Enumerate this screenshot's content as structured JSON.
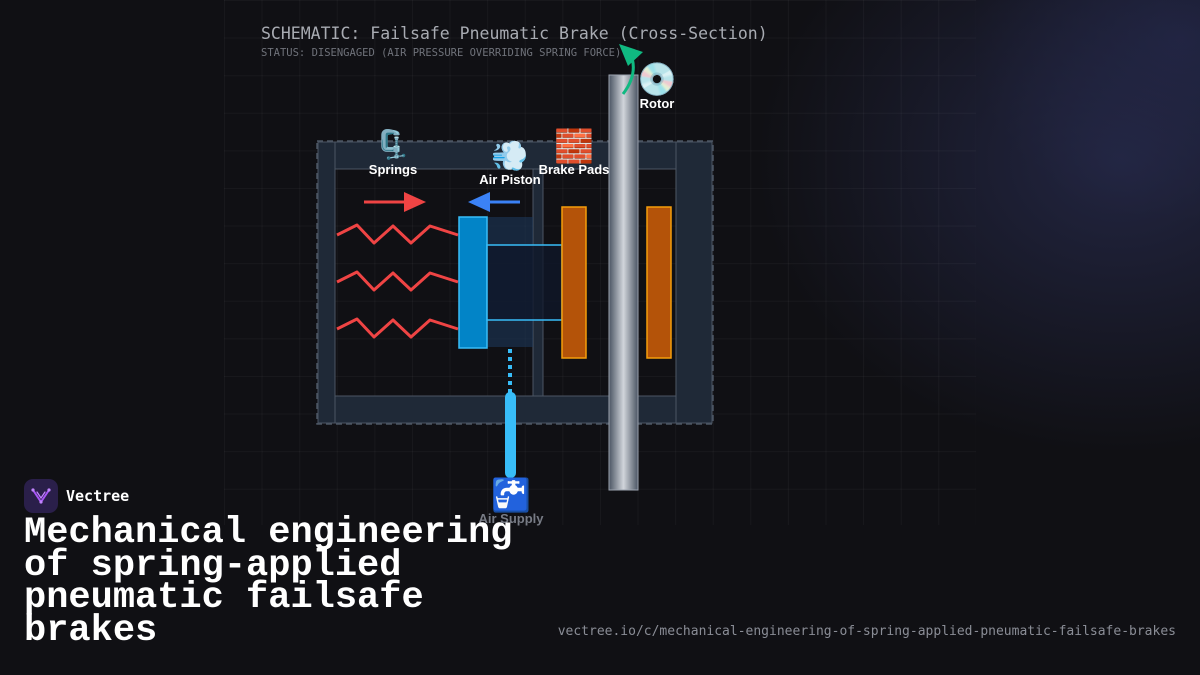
{
  "diagram": {
    "title": "SCHEMATIC: Failsafe Pneumatic Brake (Cross-Section)",
    "status": "STATUS: DISENGAGED (AIR PRESSURE OVERRIDING SPRING FORCE)",
    "labels": {
      "springs": "Springs",
      "air_piston": "Air Piston",
      "brake_pads": "Brake Pads",
      "rotor": "Rotor",
      "air_supply": "Air Supply"
    },
    "icons": {
      "springs": "🗜️",
      "air_piston": "💨",
      "brake_pads": "🧱",
      "rotor": "💿",
      "air_supply": "🚰"
    },
    "colors": {
      "housing": "#1f2937",
      "housing_stroke": "#4b5563",
      "spring": "#ef4444",
      "spring_force_arrow": "#ef4444",
      "air_force_arrow": "#3b82f6",
      "piston": "#0284c7",
      "air_line": "#38bdf8",
      "pad_fill": "#b45309",
      "pad_stroke": "#f59e0b",
      "rotor_arrow": "#10b981"
    }
  },
  "footer": {
    "brand": "Vectree",
    "headline": "Mechanical engineering of spring-applied pneumatic failsafe brakes",
    "url": "vectree.io/c/mechanical-engineering-of-spring-applied-pneumatic-failsafe-brakes"
  }
}
